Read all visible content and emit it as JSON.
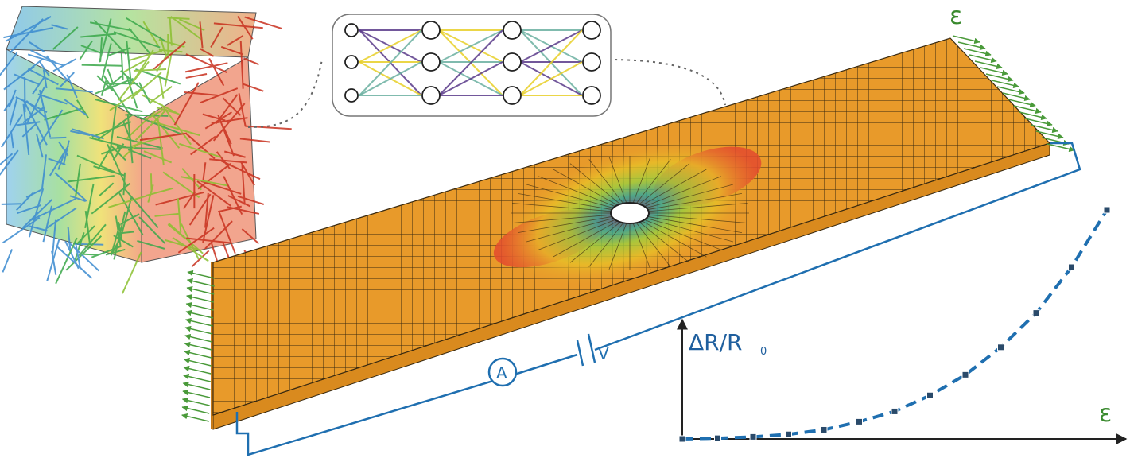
{
  "labels": {
    "strain_top": "ε",
    "strain_axis": "ε",
    "yaxis_main": "ΔR/R",
    "yaxis_sub": "0",
    "ammeter": "A",
    "voltage": "V"
  },
  "colors": {
    "plate": "#e89a2a",
    "mesh": "#3a2a10",
    "circuit": "#1f6fb0",
    "strain_arrows": "#4a9a3a",
    "curve": "#1f6fb0",
    "axes": "#222222"
  },
  "chart_data": {
    "type": "line",
    "title": "",
    "xlabel": "ε",
    "ylabel": "ΔR/R0",
    "series": [
      {
        "x": [
          0,
          1,
          2,
          3,
          4,
          5,
          6,
          7,
          8,
          9,
          10,
          11,
          12
        ],
        "values": [
          0,
          0.003,
          0.009,
          0.02,
          0.04,
          0.075,
          0.12,
          0.19,
          0.28,
          0.4,
          0.55,
          0.75,
          1.0
        ]
      }
    ],
    "ylim": [
      0,
      1
    ],
    "xlim": [
      0,
      12
    ]
  }
}
